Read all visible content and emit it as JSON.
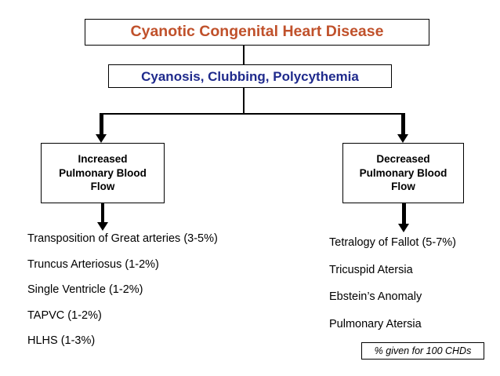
{
  "diagram": {
    "title": "Cyanotic Congenital Heart Disease",
    "title_color": "#C0512B",
    "signs": "Cyanosis, Clubbing, Polycythemia",
    "signs_color": "#1F2A8C",
    "branches": [
      {
        "heading_line1": "Increased",
        "heading_line2": "Pulmonary Blood",
        "heading_line3": "Flow",
        "conditions": [
          "Transposition of Great arteries (3-5%)",
          "Truncus Arteriosus (1-2%)",
          "Single Ventricle (1-2%)",
          "TAPVC (1-2%)",
          "HLHS (1-3%)"
        ]
      },
      {
        "heading_line1": "Decreased",
        "heading_line2": "Pulmonary Blood",
        "heading_line3": "Flow",
        "conditions": [
          "Tetralogy of Fallot (5-7%)",
          "Tricuspid Atersia",
          "Ebstein’s Anomaly",
          "Pulmonary Atersia"
        ]
      }
    ],
    "footnote": "% given for 100 CHDs"
  }
}
